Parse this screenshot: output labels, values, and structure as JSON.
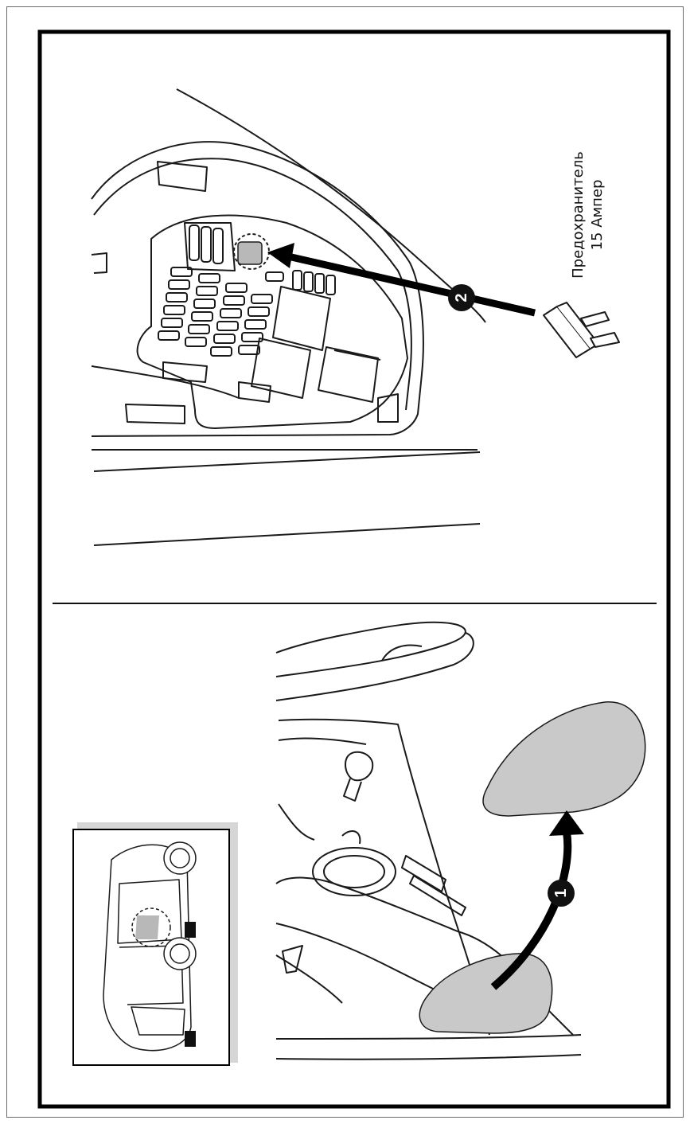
{
  "fuse_label": {
    "line1": "Предохранитель",
    "line2": "15 Ампер"
  },
  "steps": {
    "step1": "1",
    "step2": "2"
  },
  "colors": {
    "line": "#1a1a1a",
    "cover_fill": "#c9c9c9",
    "fuse_slot_fill": "#b8b8b8",
    "frame": "#000000"
  }
}
